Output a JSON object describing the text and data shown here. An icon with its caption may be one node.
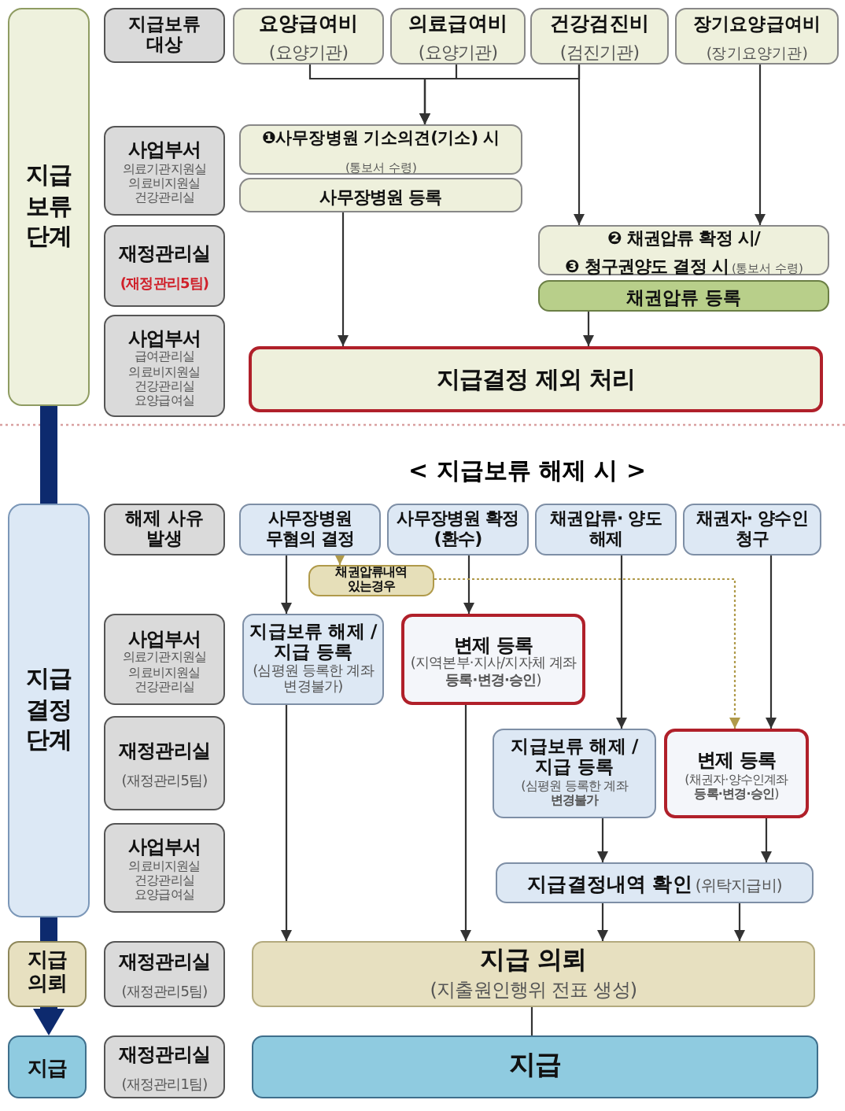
{
  "diagram": {
    "nodes": [
      {
        "text": [
          "지급 보류 단계"
        ]
      },
      {
        "text": [
          "지급 결정 단계"
        ]
      },
      {
        "text": [
          "지급 의뢰"
        ]
      },
      {
        "text": [
          "지급"
        ]
      },
      {
        "text": [
          "지급보류 대상"
        ]
      },
      {
        "text": [
          "사업부서",
          "의료기관지원실 의료비지원실 건강관리실"
        ]
      },
      {
        "text": [
          "재정관리실",
          "(재정관리5팀)"
        ]
      },
      {
        "text": [
          "사업부서",
          "급여관리실 의료비지원실 건강관리실 요양급여실"
        ]
      },
      {
        "text": [
          "해제 사유 발생"
        ]
      },
      {
        "text": [
          "사업부서",
          "의료기관지원실 의료비지원실 건강관리실"
        ]
      },
      {
        "text": [
          "재정관리실",
          "(재정관리5팀)"
        ]
      },
      {
        "text": [
          "사업부서",
          "의료비지원실 건강관리실 요양급여실"
        ]
      },
      {
        "text": [
          "재정관리실",
          "(재정관리5팀)"
        ]
      },
      {
        "text": [
          "재정관리실",
          "(재정관리1팀)"
        ]
      },
      {
        "text": [
          "요양급여비",
          "(요양기관)"
        ]
      },
      {
        "text": [
          "의료급여비",
          "(요양기관)"
        ]
      },
      {
        "text": [
          "건강검진비",
          "(검진기관)"
        ]
      },
      {
        "text": [
          "장기요양급여비",
          "(장기요양기관)"
        ]
      },
      {
        "text": [
          "❶사무장병원 기소의견(기소) 시",
          "(통보서 수령)"
        ]
      },
      {
        "text": [
          "사무장병원 등록"
        ]
      },
      {
        "text": [
          "❷ 채권압류 확정 시/",
          "❸ 청구권양도 결정 시",
          "(통보서 수령)"
        ]
      },
      {
        "text": [
          "채권압류 등록"
        ]
      },
      {
        "text": [
          "지급결정 제외 처리"
        ]
      },
      {
        "text": [
          "사무장병원 무혐의 결정"
        ]
      },
      {
        "text": [
          "사무장병원 확정(환수)"
        ]
      },
      {
        "text": [
          "채권압류· 양도 해제"
        ]
      },
      {
        "text": [
          "채권자· 양수인 청구"
        ]
      },
      {
        "text": [
          "채권압류내역 있는경우"
        ]
      },
      {
        "text": [
          "지급보류 해제 /지급 등록",
          "(심평원 등록한 계좌 변경불가)"
        ]
      },
      {
        "text": [
          "변제 등록",
          "(지역본부·지사/지자체 계좌 **등록·변경·승인**)"
        ]
      },
      {
        "text": [
          "지급보류 해제 / 지급 등록",
          "(심평원 등록한 계좌 **변경불가**"
        ]
      },
      {
        "text": [
          "변제 등록",
          "(채권자·양수인계좌 **등록·변경·승인**)"
        ]
      },
      {
        "text": [
          "지급결정내역 확인",
          "(위탁지급비)"
        ]
      },
      {
        "text": [
          "지급 의뢰",
          "(지출원인행위 전표 생성)"
        ]
      },
      {
        "text": [
          "지급"
        ]
      }
    ],
    "edges": [
      {
        "from": 0,
        "to": 1,
        "arrow": "none",
        "style": "thick",
        "color": "#0d2a6e"
      },
      {
        "from": 1,
        "to": 2,
        "arrow": "none",
        "style": "thick",
        "color": "#0d2a6e"
      },
      {
        "from": 2,
        "to": 3,
        "arrow": "to",
        "style": "thick",
        "color": "#0d2a6e"
      },
      {
        "from": 14,
        "to": 18,
        "arrow": "to"
      },
      {
        "from": 15,
        "to": 18,
        "arrow": "to"
      },
      {
        "from": 16,
        "to": 18,
        "arrow": "to"
      },
      {
        "from": 16,
        "to": 20,
        "arrow": "to"
      },
      {
        "from": 17,
        "to": 20,
        "arrow": "to"
      },
      {
        "from": 19,
        "to": 22,
        "arrow": "to"
      },
      {
        "from": 21,
        "to": 22,
        "arrow": "to"
      },
      {
        "from": 23,
        "to": 28,
        "arrow": "to"
      },
      {
        "from": 24,
        "to": 29,
        "arrow": "to"
      },
      {
        "from": 25,
        "to": 30,
        "arrow": "to"
      },
      {
        "from": 26,
        "to": 31,
        "arrow": "to"
      },
      {
        "from": 23,
        "to": 27,
        "arrow": "to",
        "color": "#b09a4a"
      },
      {
        "from": 27,
        "to": 31,
        "arrow": "to",
        "style": "dashed",
        "color": "#b09a4a"
      },
      {
        "from": 28,
        "to": 33,
        "arrow": "to"
      },
      {
        "from": 29,
        "to": 33,
        "arrow": "to"
      },
      {
        "from": 30,
        "to": 32,
        "arrow": "to"
      },
      {
        "from": 31,
        "to": 32,
        "arrow": "to"
      },
      {
        "from": 32,
        "to": 33,
        "arrow": "to"
      },
      {
        "from": 32,
        "to": 33,
        "arrow": "to"
      },
      {
        "from": 33,
        "to": 34,
        "arrow": "to"
      }
    ],
    "labels": [
      "< 지급보류 해제 시 >"
    ]
  }
}
